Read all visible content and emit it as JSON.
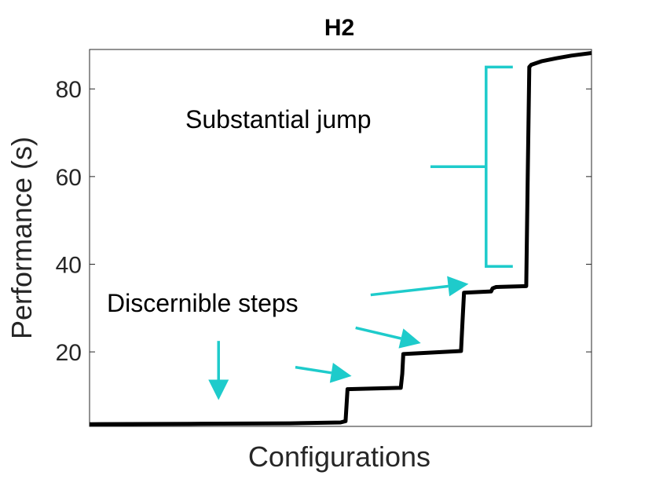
{
  "chart_data": {
    "type": "line",
    "title": "H2",
    "xlabel": "Configurations",
    "ylabel": "Performance (s)",
    "xlim": [
      0,
      100
    ],
    "ylim": [
      3,
      89
    ],
    "yticks": [
      20,
      40,
      60,
      80
    ],
    "grid": false,
    "series": [
      {
        "x": [
          0,
          20,
          40,
          50,
          51,
          51.2,
          51.4,
          62,
          62.3,
          62.5,
          74,
          74.3,
          74.6,
          80,
          80.3,
          81,
          87,
          87.3,
          87.6,
          88,
          90,
          93,
          96,
          100
        ],
        "y": [
          3.5,
          3.6,
          3.7,
          3.9,
          4.2,
          8,
          11.5,
          11.8,
          15,
          19.5,
          20.2,
          27,
          33.5,
          33.8,
          34.5,
          34.8,
          35,
          60,
          85,
          85.5,
          86.3,
          87,
          87.6,
          88.2
        ]
      }
    ],
    "colors": {
      "line": "#000000",
      "annotation": "#1ecbcb"
    },
    "annotations": [
      {
        "text": "Substantial jump",
        "kind": "bracket",
        "x": 79,
        "y_range": [
          39.5,
          85
        ]
      },
      {
        "text": "Discernible steps",
        "kind": "arrows",
        "arrows": [
          {
            "from": [
              25.7,
              22.5
            ],
            "to": [
              25.7,
              9
            ]
          },
          {
            "from": [
              41,
              16.5
            ],
            "to": [
              52.2,
              14.5
            ]
          },
          {
            "from": [
              53,
              25.5
            ],
            "to": [
              66,
              22
            ]
          },
          {
            "from": [
              56,
              33
            ],
            "to": [
              75.5,
              35.5
            ]
          }
        ]
      }
    ]
  }
}
